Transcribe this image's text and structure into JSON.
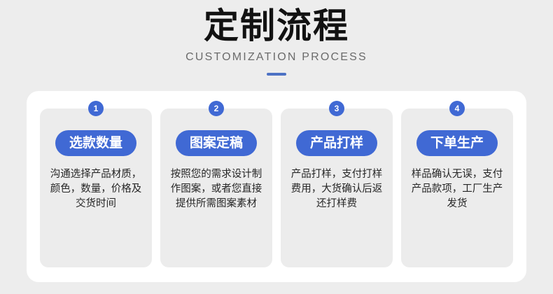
{
  "header": {
    "title": "定制流程",
    "subtitle": "CUSTOMIZATION PROCESS",
    "accent_color": "#4d72c4"
  },
  "theme": {
    "page_background": "#ededed",
    "panel_background": "#ffffff",
    "card_background": "#ececec",
    "brand_blue": "#4069d4",
    "title_color": "#121212",
    "subtitle_color": "#6b6b6b",
    "body_text_color": "#262626"
  },
  "steps": [
    {
      "number": "1",
      "label": "选款数量",
      "description": "沟通选择产品材质，颜色，数量，价格及交货时间"
    },
    {
      "number": "2",
      "label": "图案定稿",
      "description": "按照您的需求设计制作图案，或者您直接提供所需图案素材"
    },
    {
      "number": "3",
      "label": "产品打样",
      "description": "产品打样，支付打样费用，大货确认后返还打样费"
    },
    {
      "number": "4",
      "label": "下单生产",
      "description": "样品确认无误，支付产品款项，工厂生产发货"
    }
  ]
}
